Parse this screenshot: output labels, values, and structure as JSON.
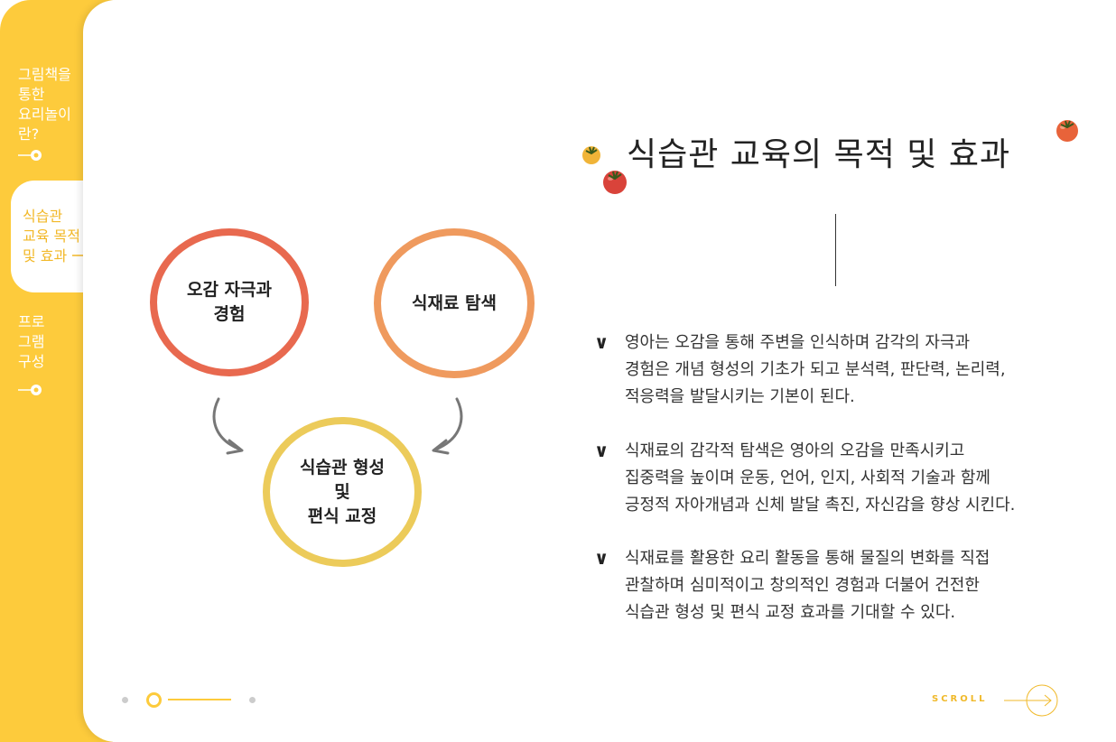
{
  "sidebar": {
    "items": [
      {
        "label": "그림책을\n통한\n요리놀이\n란?"
      },
      {
        "label": "식습관\n교육 목적\n및 효과"
      },
      {
        "label": "프로\n그램\n구성"
      }
    ]
  },
  "main": {
    "title": "식습관 교육의 목적 및 효과",
    "circles": [
      {
        "label": "오감 자극과\n경험"
      },
      {
        "label": "식재료 탐색"
      },
      {
        "label": "식습관 형성\n및\n편식 교정"
      }
    ],
    "bullets": [
      {
        "check": "∨",
        "text": "영아는 오감을 통해 주변을 인식하며 감각의 자극과\n경험은 개념 형성의 기초가 되고 분석력, 판단력, 논리력,\n적응력을 발달시키는 기본이 된다."
      },
      {
        "check": "∨",
        "text": "식재료의 감각적 탐색은 영아의 오감을 만족시키고\n집중력을 높이며 운동, 언어, 인지, 사회적 기술과 함께\n긍정적 자아개념과 신체 발달 촉진, 자신감을 향상 시킨다."
      },
      {
        "check": "∨",
        "text": "식재료를 활용한 요리 활동을 통해 물질의 변화를 직접\n관찰하며 심미적이고 창의적인 경험과 더불어 건전한\n식습관 형성 및 편식 교정 효과를 기대할 수 있다."
      }
    ]
  },
  "footer": {
    "scroll_label": "SCROLL"
  },
  "colors": {
    "accent_yellow": "#fdcb3c",
    "circle_red": "#e8694f",
    "circle_orange": "#ef9a5e",
    "circle_yellow": "#eccb5a"
  }
}
